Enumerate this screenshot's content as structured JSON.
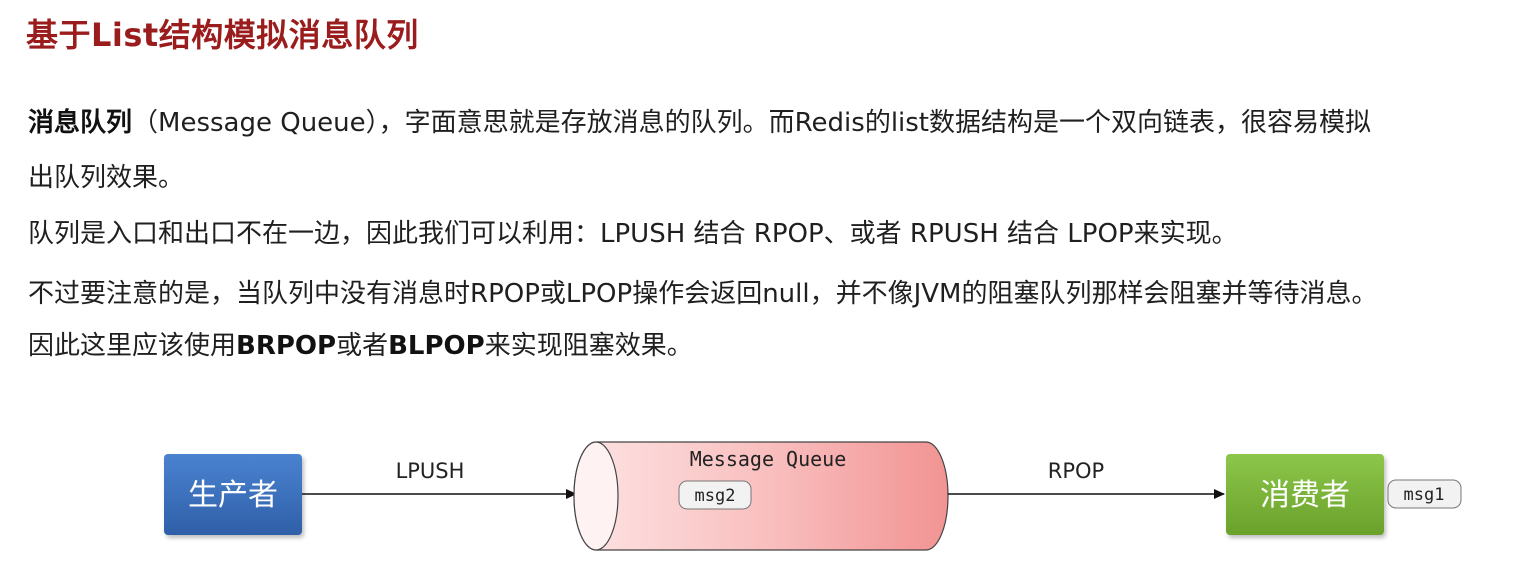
{
  "title": "基于List结构模拟消息队列",
  "paragraphs": {
    "p1": {
      "bold_term": "消息队列",
      "rest": "（Message Queue），字面意思就是存放消息的队列。而Redis的list数据结构是一个双向链表，很容易模拟",
      "continuation": "出队列效果。"
    },
    "p2": "队列是入口和出口不在一边，因此我们可以利用：LPUSH 结合 RPOP、或者 RPUSH 结合 LPOP来实现。",
    "p3": {
      "line1": "不过要注意的是，当队列中没有消息时RPOP或LPOP操作会返回null，并不像JVM的阻塞队列那样会阻塞并等待消息。",
      "line2_prefix": "因此这里应该使用",
      "line2_bold1": "BRPOP",
      "line2_mid": "或者",
      "line2_bold2": "BLPOP",
      "line2_suffix": "来实现阻塞效果。"
    }
  },
  "diagram": {
    "producer_label": "生产者",
    "consumer_label": "消费者",
    "left_arrow_label": "LPUSH",
    "right_arrow_label": "RPOP",
    "queue_label": "Message Queue",
    "queue_message": "msg2",
    "consumed_message": "msg1",
    "colors": {
      "producer": "#3a6fbf",
      "consumer": "#7db83a",
      "queue": "#f49999",
      "title": "#9b1c1c"
    }
  }
}
